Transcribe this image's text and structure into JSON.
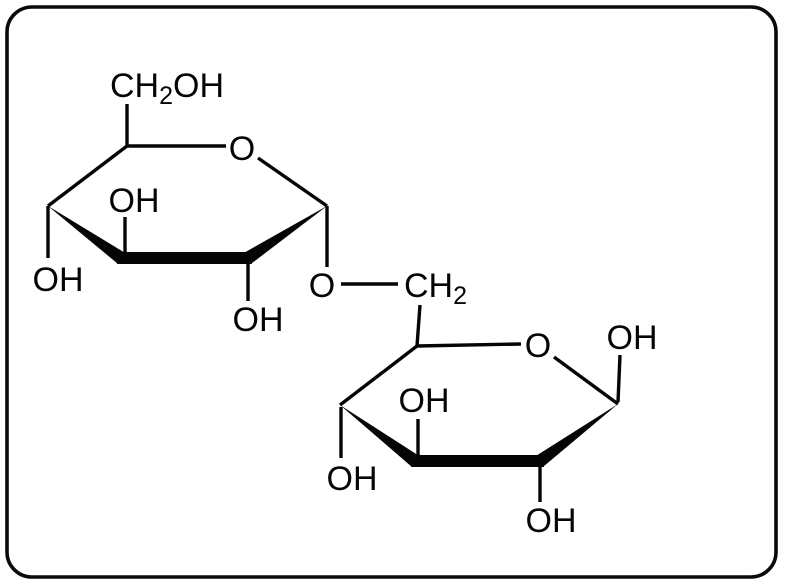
{
  "figure": {
    "background_color": "#ffffff",
    "frame_border_color": "#0a0a0a",
    "bond_color": "#050505",
    "text_color": "#050505"
  },
  "molecule": {
    "top_ring": {
      "c6_substituent": {
        "main": "CH",
        "sub": "2",
        "tail": "OH"
      },
      "ring_oxygen": "O",
      "oh_above_c3": "OH",
      "oh_below_c4": "OH",
      "oh_below_c2": "OH"
    },
    "glycosidic_linkage": {
      "oxygen": "O",
      "ch2_group": {
        "main": "CH",
        "sub": "2"
      }
    },
    "bottom_ring": {
      "ring_oxygen": "O",
      "oh_anomeric": "OH",
      "oh_above_c3": "OH",
      "oh_below_c4": "OH",
      "oh_below_c2": "OH"
    }
  }
}
